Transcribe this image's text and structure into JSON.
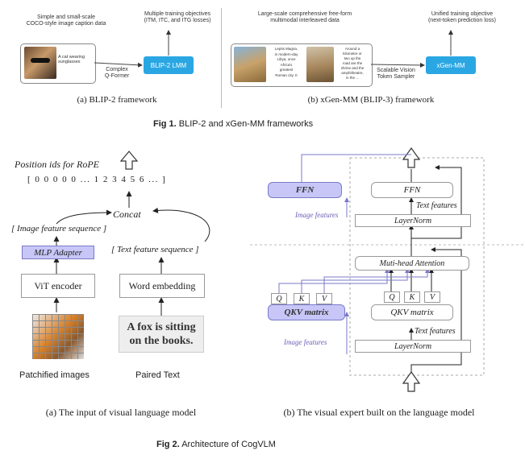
{
  "fig1": {
    "blip2": {
      "left_label": [
        "Simple and small-scale",
        "COCO-style image caption data"
      ],
      "right_label": [
        "Multiple training objectives",
        "(ITM, ITC, and ITG losses)"
      ],
      "caption_text": [
        "A cat wearing",
        "sunglasses"
      ],
      "connector_label": [
        "Complex",
        "Q-Former"
      ],
      "lmm_label": "BLIP-2 LMM",
      "subcaption": "(a) BLIP-2 framework"
    },
    "xgen": {
      "left_label": [
        "Large-scale comprehensive free-form",
        "multimodal interleaved data"
      ],
      "right_label": [
        "Unified training objective",
        "(next-token prediction loss)"
      ],
      "text_a": [
        "Leptis Magna,",
        "in modern-day",
        "Libya, once",
        "Africa's",
        "greatest",
        "Roman city. It"
      ],
      "text_b": [
        "Around a",
        "kilometre or",
        "two up the",
        "road are the",
        "shrine and the",
        "amphitheatre,",
        "in the ..."
      ],
      "connector_label": [
        "Scalable Vision",
        "Token Sampler"
      ],
      "lmm_label": "xGen-MM",
      "subcaption": "(b) xGen-MM (BLIP-3) framework"
    },
    "caption_prefix": "Fig 1.",
    "caption_text": "BLIP-2 and xGen-MM frameworks"
  },
  "fig2": {
    "left": {
      "rope_label": "Position ids for RoPE",
      "position_ids": "[ 0 0 0 0 0 ... 1 2 3 4 5 6 ... ]",
      "concat_label": "Concat",
      "image_seq_label": "[ Image feature sequence ]",
      "text_seq_label": "[ Text  feature sequence ]",
      "mlp_label": "MLP Adapter",
      "vit_label": "ViT encoder",
      "word_label": "Word embedding",
      "text_input": [
        "A fox is sitting",
        "on the books."
      ],
      "patch_label": "Patchified images",
      "paired_label": "Paired Text",
      "subcaption": "(a) The input of visual language model"
    },
    "right": {
      "ffn_image": "FFN",
      "ffn_text": "FFN",
      "text_features_top": "Text features",
      "image_features_top": "Image features",
      "layernorm_top": "LayerNorm",
      "attention_label": "Muti-head Attention",
      "q_img": "Q",
      "k_img": "K",
      "v_img": "V",
      "q_txt": "Q",
      "k_txt": "K",
      "v_txt": "V",
      "qkv_image": "QKV matrix",
      "qkv_text": "QKV matrix",
      "text_features_bottom": "Text features",
      "image_features_bottom": "Image features",
      "layernorm_bottom": "LayerNorm",
      "subcaption": "(b) The visual expert built on the language model"
    },
    "caption_prefix": "Fig 2.",
    "caption_text": "Architecture of CogVLM"
  },
  "colors": {
    "blue_box": "#2aa7e3",
    "purple_fill": "#c7c6f7",
    "purple_line": "#7a79c9",
    "purple_text": "#6b5fb5"
  }
}
